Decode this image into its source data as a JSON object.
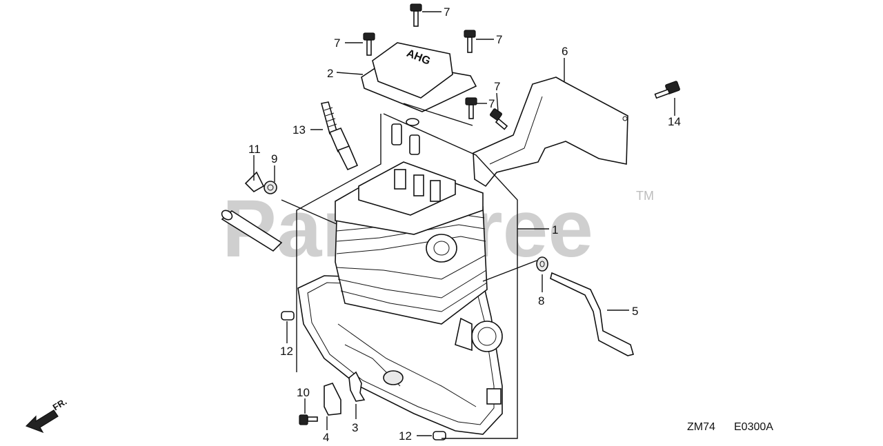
{
  "watermark": {
    "text": "PartsTree",
    "trademark": "TM"
  },
  "diagram_code": {
    "model": "ZM74",
    "drawing": "E0300A"
  },
  "direction_marker": {
    "label": "FR."
  },
  "cover_embossing": "AHG",
  "callouts": {
    "cylinder": "1",
    "head_cover": "2",
    "clip_3": "3",
    "plate_4": "4",
    "rod_5": "5",
    "shroud_6": "6",
    "bolt_7": "7",
    "washer_8": "8",
    "grommet_9": "9",
    "bolt_10": "10",
    "clip_11": "11",
    "pin_12": "12",
    "spark_plug": "13",
    "bolt_14": "14"
  }
}
